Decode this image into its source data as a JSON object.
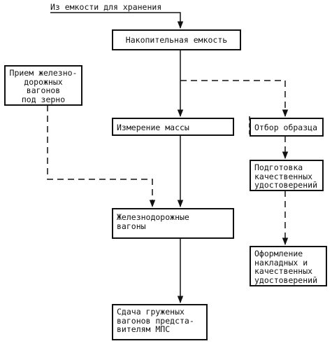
{
  "diagram": {
    "source_label": "Из емкости для хранения",
    "nodes": {
      "storage": "Накопительная емкость",
      "reception": "Прием железно-\nдорожных вагонов\nпод зерно",
      "weighing": "Измерение массы",
      "sampling": "Отбор образца",
      "cert_prep": "Подготовка\nкачественных\nудостоверений",
      "railcars": "Железнодорожные\nвагоны",
      "documents": "Оформление\nнакладных и\nкачественных\nудостоверений",
      "handover": "Сдача груженых\nвагонов предста-\nвителям МПС"
    }
  }
}
